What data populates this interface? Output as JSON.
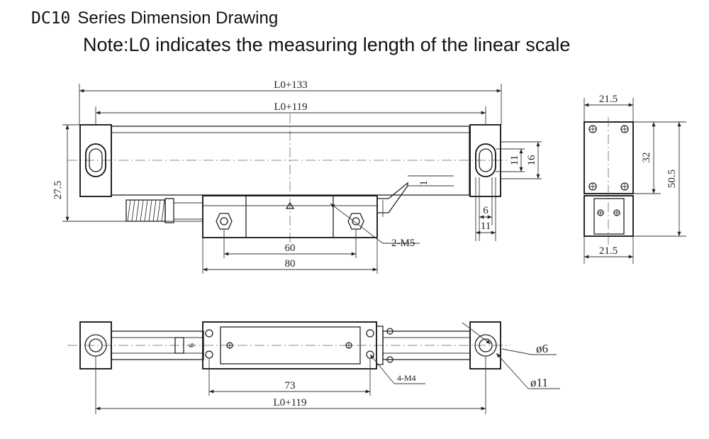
{
  "title": {
    "model": "DC10",
    "heading": "Series Dimension Drawing",
    "note": "Note:L0 indicates the measuring length of the linear scale"
  },
  "front_view": {
    "dim_total": "L0+133",
    "dim_mount": "L0+119",
    "dim_height": "27.5",
    "dim_reader_holes": "60",
    "dim_reader_width": "80",
    "dim_thread": "2-M5",
    "dim_slot_11": "11",
    "dim_slot_16": "16",
    "dim_slot_6": "6",
    "dim_slot_11b": "11",
    "dim_small": "1"
  },
  "side_view": {
    "dim_top_width": "21.5",
    "dim_bottom_width": "21.5",
    "dim_32": "32",
    "dim_50_5": "50.5"
  },
  "bottom_view": {
    "dim_73": "73",
    "dim_mount": "L0+119",
    "dim_thread": "4-M4",
    "dim_hole_6": "ø6",
    "dim_hole_11": "ø11",
    "dim_9": "9"
  }
}
